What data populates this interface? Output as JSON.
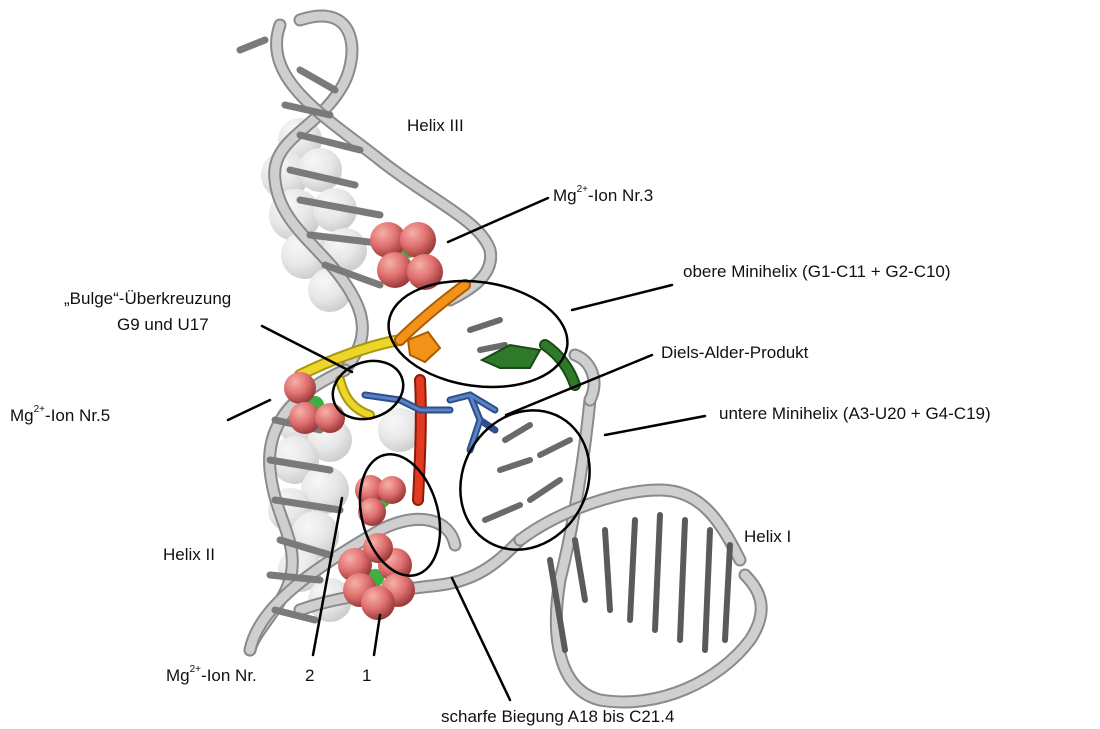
{
  "labels": {
    "helix_iii": "Helix III",
    "mg3_prefix": "Mg",
    "mg3_sup": "2+",
    "mg3_suffix": "-Ion Nr.3",
    "upper_minihelix": "obere Minihelix (G1-C11 + G2-C10)",
    "bulge_line1": "„Bulge“-Überkreuzung",
    "bulge_line2": "G9 und U17",
    "diels_alder": "Diels-Alder-Produkt",
    "mg5_prefix": "Mg",
    "mg5_sup": "2+",
    "mg5_suffix": "-Ion Nr.5",
    "lower_minihelix": "untere Minihelix (A3-U20 + G4-C19)",
    "helix_i": "Helix I",
    "helix_ii": "Helix II",
    "mg12_prefix": "Mg",
    "mg12_sup": "2+",
    "mg12_suffix": "-Ion Nr.",
    "mg12_num2": "2",
    "mg12_num1": "1",
    "sharp_bend": "scharfe Biegung A18 bis C21.4"
  },
  "colors": {
    "backbone": "#c8c8c8",
    "backbone_edge": "#8a8a8a",
    "ion": "#e07070",
    "ion_core": "#3cb040",
    "bulge_yellow": "#e8d020",
    "orange": "#f08a10",
    "green": "#2f7a2a",
    "blue": "#4a6fb0",
    "red": "#d83018",
    "sphere_gray": "#d9d9d9"
  }
}
